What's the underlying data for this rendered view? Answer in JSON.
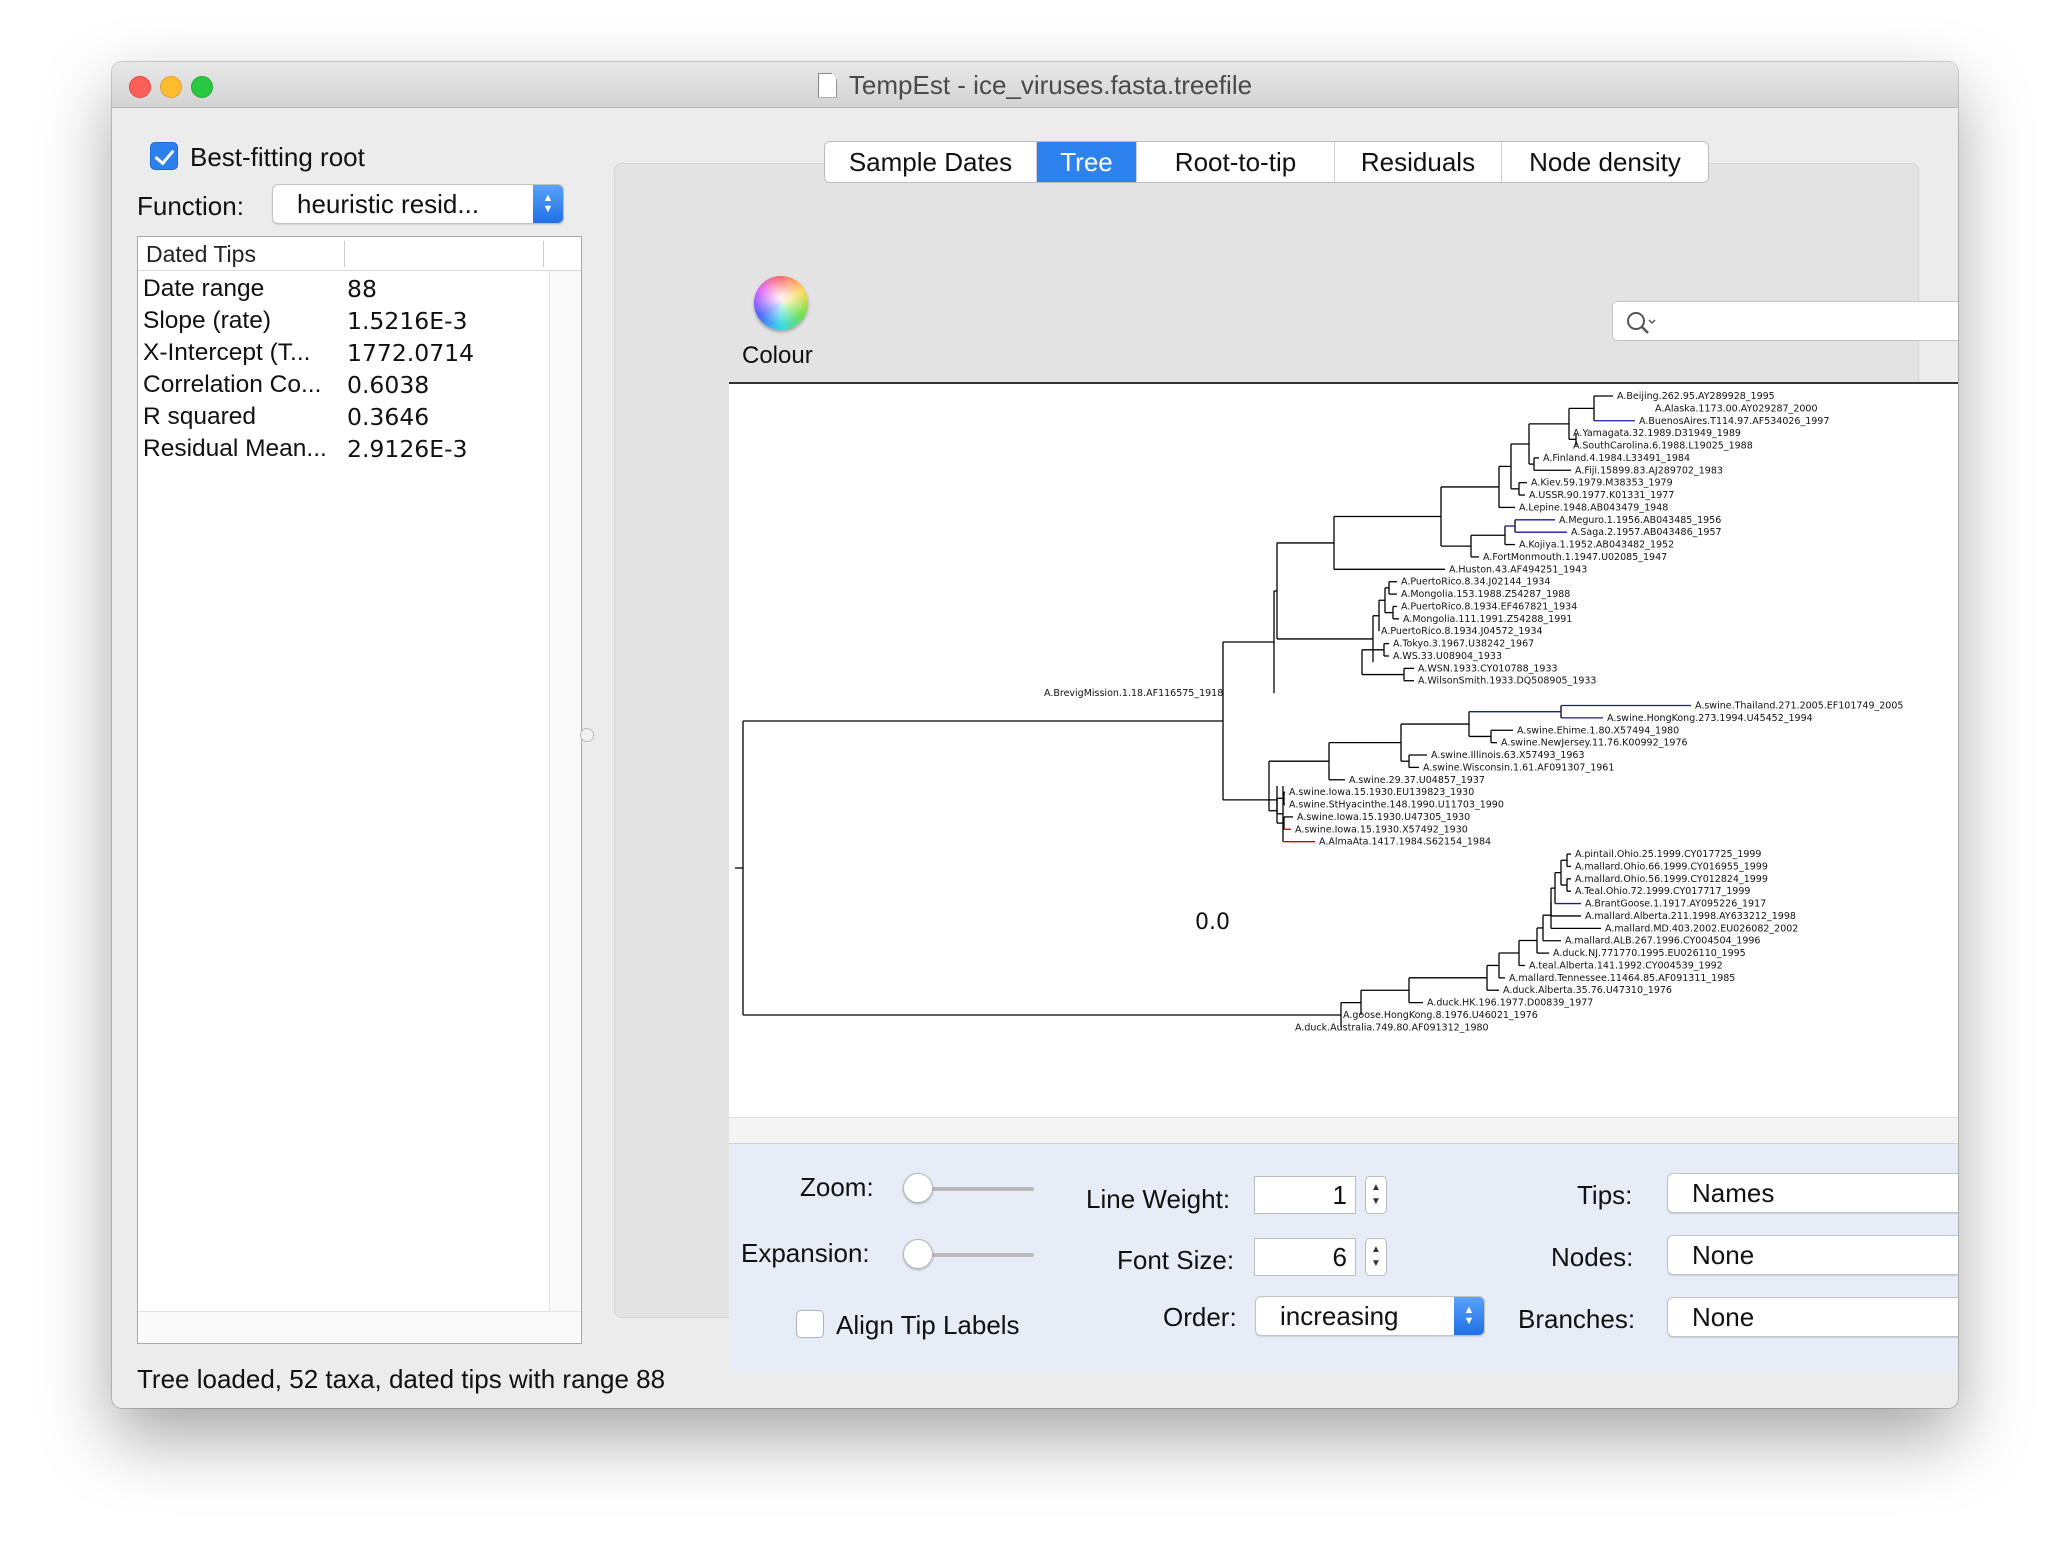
{
  "window": {
    "title": "TempEst - ice_viruses.fasta.treefile"
  },
  "left": {
    "best_fitting_root_label": "Best-fitting root",
    "best_fitting_root_checked": true,
    "function_label": "Function:",
    "function_value": "heuristic resid...",
    "stats_header": "Dated Tips",
    "stats": [
      {
        "key": "Date range",
        "value": "88"
      },
      {
        "key": "Slope (rate)",
        "value": "1.5216E-3"
      },
      {
        "key": "X-Intercept (T...",
        "value": "1772.0714"
      },
      {
        "key": "Correlation Co...",
        "value": "0.6038"
      },
      {
        "key": "R squared",
        "value": "0.3646"
      },
      {
        "key": "Residual Mean...",
        "value": "2.9126E-3"
      }
    ]
  },
  "tabs": [
    {
      "label": "Sample Dates",
      "active": false
    },
    {
      "label": "Tree",
      "active": true
    },
    {
      "label": "Root-to-tip",
      "active": false
    },
    {
      "label": "Residuals",
      "active": false
    },
    {
      "label": "Node density",
      "active": false
    }
  ],
  "toolbar": {
    "colour_label": "Colour",
    "search_placeholder": ""
  },
  "tree": {
    "scale_label": "0.0",
    "colors": {
      "default": "#000000",
      "low_residual": "#1a1a9c",
      "high_residual": "#b01010"
    },
    "taxa": [
      "A.Beijing.262.95.AY289928_1995",
      "A.Alaska.1173.00.AY029287_2000",
      "A.BuenosAires.T114.97.AF534026_1997",
      "A.Yamagata.32.1989.D31949_1989",
      "A.SouthCarolina.6.1988.L19025_1988",
      "A.Finland.4.1984.L33491_1984",
      "A.Fiji.15899.83.AJ289702_1983",
      "A.Kiev.59.1979.M38353_1979",
      "A.USSR.90.1977.K01331_1977",
      "A.Lepine.1948.AB043479_1948",
      "A.Meguro.1.1956.AB043485_1956",
      "A.Saga.2.1957.AB043486_1957",
      "A.Kojiya.1.1952.AB043482_1952",
      "A.FortMonmouth.1.1947.U02085_1947",
      "A.Huston.43.AF494251_1943",
      "A.PuertoRico.8.34.J02144_1934",
      "A.Mongolia.153.1988.Z54287_1988",
      "A.PuertoRico.8.1934.EF467821_1934",
      "A.Mongolia.111.1991.Z54288_1991",
      "A.PuertoRico.8.1934.J04572_1934",
      "A.Tokyo.3.1967.U38242_1967",
      "A.WS.33.U08904_1933",
      "A.WSN.1933.CY010788_1933",
      "A.WilsonSmith.1933.DQ508905_1933",
      "A.BrevigMission.1.18.AF116575_1918",
      "A.swine.Thailand.271.2005.EF101749_2005",
      "A.swine.HongKong.273.1994.U45452_1994",
      "A.swine.Ehime.1.80.X57494_1980",
      "A.swine.NewJersey.11.76.K00992_1976",
      "A.swine.Illinois.63.X57493_1963",
      "A.swine.Wisconsin.1.61.AF091307_1961",
      "A.swine.29.37.U04857_1937",
      "A.swine.Iowa.15.1930.EU139823_1930",
      "A.swine.StHyacinthe.148.1990.U11703_1990",
      "A.swine.Iowa.15.1930.U47305_1930",
      "A.swine.Iowa.15.1930.X57492_1930",
      "A.AlmaAta.1417.1984.S62154_1984",
      "A.pintail.Ohio.25.1999.CY017725_1999",
      "A.mallard.Ohio.66.1999.CY016955_1999",
      "A.mallard.Ohio.56.1999.CY012824_1999",
      "A.Teal.Ohio.72.1999.CY017717_1999",
      "A.BrantGoose.1.1917.AY095226_1917",
      "A.mallard.Alberta.211.1998.AY633212_1998",
      "A.mallard.MD.403.2002.EU026082_2002",
      "A.mallard.ALB.267.1996.CY004504_1996",
      "A.duck.NJ.771770.1995.EU026110_1995",
      "A.teal.Alberta.141.1992.CY004539_1992",
      "A.mallard.Tennessee.11464.85.AF091311_1985",
      "A.duck.Alberta.35.76.U47310_1976",
      "A.duck.HK.196.1977.D00839_1977",
      "A.goose.HongKong.8.1976.U46021_1976",
      "A.duck.Australia.749.80.AF091312_1980"
    ]
  },
  "controls": {
    "zoom_label": "Zoom:",
    "zoom_value": 0,
    "expansion_label": "Expansion:",
    "expansion_value": 0,
    "align_label": "Align Tip Labels",
    "align_checked": false,
    "line_weight_label": "Line Weight:",
    "line_weight_value": "1",
    "font_size_label": "Font Size:",
    "font_size_value": "6",
    "order_label": "Order:",
    "order_value": "increasing",
    "tips_label": "Tips:",
    "tips_value": "Names",
    "nodes_label": "Nodes:",
    "nodes_value": "None",
    "branches_label": "Branches:",
    "branches_value": "None"
  },
  "status": "Tree loaded, 52 taxa, dated tips with range 88"
}
